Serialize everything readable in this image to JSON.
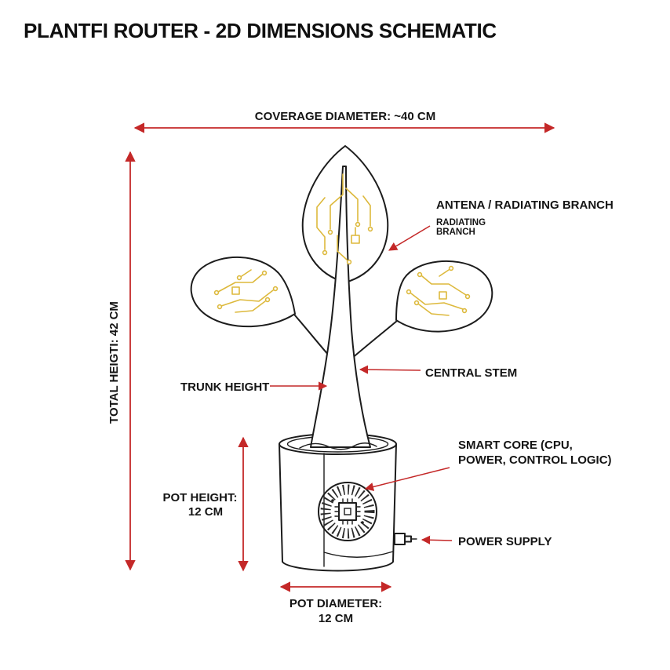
{
  "title": "PLANTFI ROUTER - 2D DIMENSIONS SCHEMATIC",
  "dimensions": {
    "coverage_diameter": "COVERAGE DIAMETER: ~40 CM",
    "total_height": "TOTAL HEIGTI: 42 CM",
    "pot_height": {
      "line1": "POT HEIGHT:",
      "line2": "12 CM"
    },
    "pot_diameter": {
      "line1": "POT DIAMETER:",
      "line2": "12 CM"
    }
  },
  "labels": {
    "antenna_branch": "ANTENA / RADIATING BRANCH",
    "radiating_branch": {
      "line1": "RADIATING",
      "line2": "BRANCH"
    },
    "central_stem": "CENTRAL STEM",
    "trunk_height": "TRUNK HEIGHT",
    "smart_core": {
      "line1": "SMART CORE (CPU,",
      "line2": "POWER, CONTROL LOGIC)"
    },
    "power_supply": "POWER SUPPLY"
  },
  "colors": {
    "dimension_red": "#c42828",
    "outline_black": "#1c1c1c",
    "circuit_yellow": "#ddb93c",
    "background": "#ffffff"
  }
}
